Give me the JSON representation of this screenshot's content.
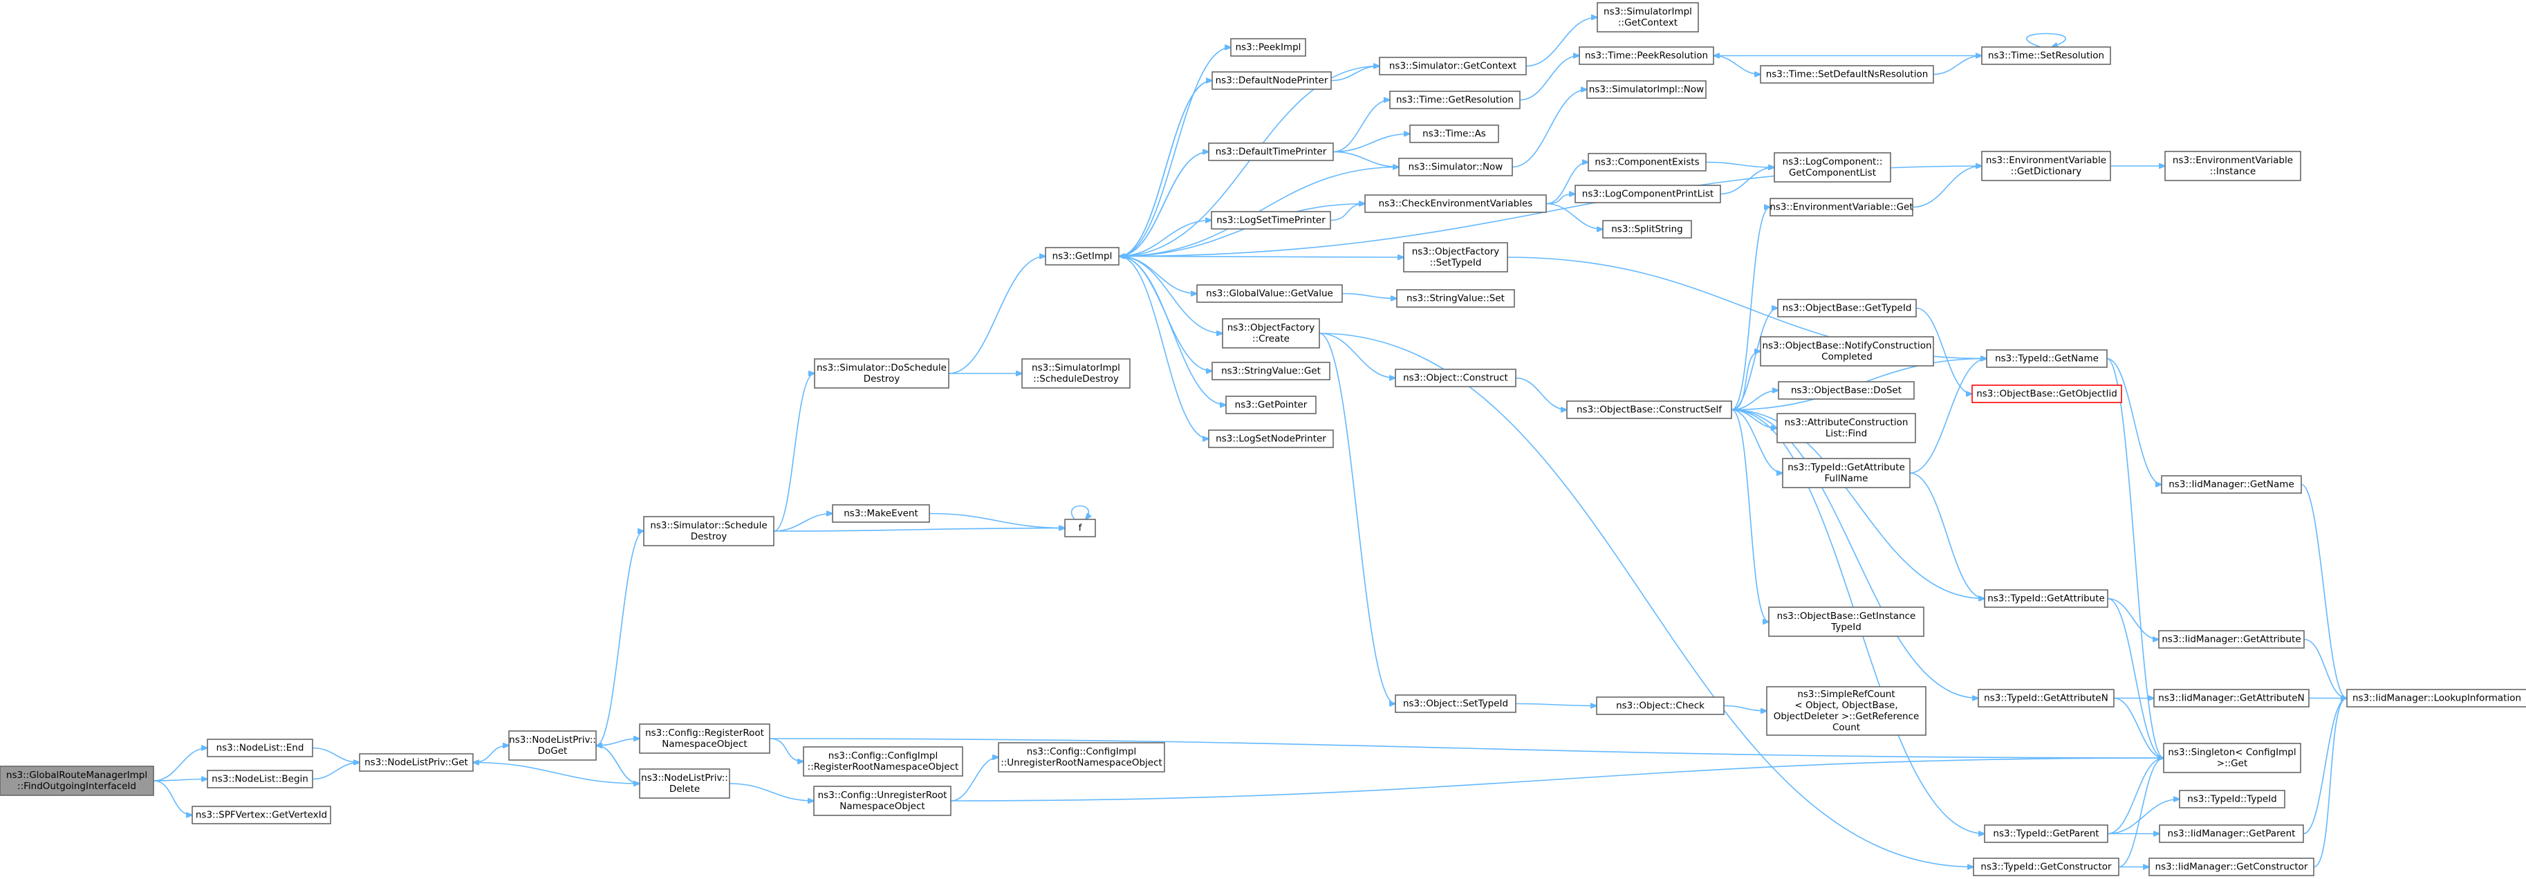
{
  "colors": {
    "edge": "#63b8ff",
    "node_border": "#666666",
    "node_fill": "#ffffff",
    "root_fill": "#999999",
    "highlight_border": "#ff0000"
  },
  "nodes": {
    "root": [
      "ns3::GlobalRouteManagerImpl",
      "::FindOutgoingInterfaceId"
    ],
    "nodelist_end": [
      "ns3::NodeList::End"
    ],
    "nodelist_begin": [
      "ns3::NodeList::Begin"
    ],
    "spf_getvertexid": [
      "ns3::SPFVertex::GetVertexId"
    ],
    "nodelistpriv_get": [
      "ns3::NodeListPriv::Get"
    ],
    "nodelistpriv_doget": [
      "ns3::NodeListPriv::",
      "DoGet"
    ],
    "config_registerroot": [
      "ns3::Config::RegisterRoot",
      "NamespaceObject"
    ],
    "nodelistpriv_delete": [
      "ns3::NodeListPriv::",
      "Delete"
    ],
    "configimpl_registerroot": [
      "ns3::Config::ConfigImpl",
      "::RegisterRootNamespaceObject"
    ],
    "config_unregisterroot": [
      "ns3::Config::UnregisterRoot",
      "NamespaceObject"
    ],
    "configimpl_unregisterroot": [
      "ns3::Config::ConfigImpl",
      "::UnregisterRootNamespaceObject"
    ],
    "simulator_scheduledestroy": [
      "ns3::Simulator::Schedule",
      "Destroy"
    ],
    "makeevent": [
      "ns3::MakeEvent"
    ],
    "f": [
      "f"
    ],
    "simulator_doscheduledestroy": [
      "ns3::Simulator::DoSchedule",
      "Destroy"
    ],
    "simulatorimpl_scheduledestroy": [
      "ns3::SimulatorImpl",
      "::ScheduleDestroy"
    ],
    "getimpl": [
      "ns3::GetImpl"
    ],
    "peekimpl": [
      "ns3::PeekImpl"
    ],
    "defaultnodeprinter": [
      "ns3::DefaultNodePrinter"
    ],
    "defaulttimeprinter": [
      "ns3::DefaultTimePrinter"
    ],
    "logsettimeprinter": [
      "ns3::LogSetTimePrinter"
    ],
    "globalvalue_getvalue": [
      "ns3::GlobalValue::GetValue"
    ],
    "objectfactory_create": [
      "ns3::ObjectFactory",
      "::Create"
    ],
    "stringvalue_get": [
      "ns3::StringValue::Get"
    ],
    "getpointer": [
      "ns3::GetPointer"
    ],
    "logsetnodeprinter": [
      "ns3::LogSetNodePrinter"
    ],
    "simulatorimpl_getcontext": [
      "ns3::SimulatorImpl",
      "::GetContext"
    ],
    "simulator_getcontext": [
      "ns3::Simulator::GetContext"
    ],
    "time_getresolution": [
      "ns3::Time::GetResolution"
    ],
    "time_as": [
      "ns3::Time::As"
    ],
    "simulator_now": [
      "ns3::Simulator::Now"
    ],
    "checkenvvars": [
      "ns3::CheckEnvironmentVariables"
    ],
    "objectfactory_settypeid": [
      "ns3::ObjectFactory",
      "::SetTypeId"
    ],
    "stringvalue_set": [
      "ns3::StringValue::Set"
    ],
    "object_construct": [
      "ns3::Object::Construct"
    ],
    "object_settypeid": [
      "ns3::Object::SetTypeId"
    ],
    "time_peekresolution": [
      "ns3::Time::PeekResolution"
    ],
    "time_setdefaultnsresolution": [
      "ns3::Time::SetDefaultNsResolution"
    ],
    "time_setresolution": [
      "ns3::Time::SetResolution"
    ],
    "simulatorimpl_now": [
      "ns3::SimulatorImpl::Now"
    ],
    "componentexists": [
      "ns3::ComponentExists"
    ],
    "logcomponentprintlist": [
      "ns3::LogComponentPrintList"
    ],
    "splitstring": [
      "ns3::SplitString"
    ],
    "logcomponent_getcomponentlist": [
      "ns3::LogComponent::",
      "GetComponentList"
    ],
    "envvar_getdictionary": [
      "ns3::EnvironmentVariable",
      "::GetDictionary"
    ],
    "envvar_instance": [
      "ns3::EnvironmentVariable",
      "::Instance"
    ],
    "envvar_get": [
      "ns3::EnvironmentVariable::Get"
    ],
    "objectbase_constructself": [
      "ns3::ObjectBase::ConstructSelf"
    ],
    "objectbase_gettypeid": [
      "ns3::ObjectBase::GetTypeId"
    ],
    "objectbase_notifyconstruction": [
      "ns3::ObjectBase::NotifyConstruction",
      "Completed"
    ],
    "objectbase_doset": [
      "ns3::ObjectBase::DoSet"
    ],
    "attributeconstructionlist_find": [
      "ns3::AttributeConstruction",
      "List::Find"
    ],
    "typeid_getattributefullname": [
      "ns3::TypeId::GetAttribute",
      "FullName"
    ],
    "objectbase_getinstancetypeid": [
      "ns3::ObjectBase::GetInstance",
      "TypeId"
    ],
    "object_check": [
      "ns3::Object::Check"
    ],
    "simplerefcount_getreferencecount": [
      "ns3::SimpleRefCount",
      "< Object, ObjectBase,",
      "ObjectDeleter >::GetReference",
      "Count"
    ],
    "typeid_getname": [
      "ns3::TypeId::GetName"
    ],
    "objectbase_getobjectiid": [
      "ns3::ObjectBase::GetObjectIid"
    ],
    "iidmanager_getname": [
      "ns3::IidManager::GetName"
    ],
    "typeid_getattribute": [
      "ns3::TypeId::GetAttribute"
    ],
    "iidmanager_getattribute": [
      "ns3::IidManager::GetAttribute"
    ],
    "typeid_getattributen": [
      "ns3::TypeId::GetAttributeN"
    ],
    "iidmanager_getattributen": [
      "ns3::IidManager::GetAttributeN"
    ],
    "iidmanager_lookupinformation": [
      "ns3::IidManager::LookupInformation"
    ],
    "singleton_get": [
      "ns3::Singleton< ConfigImpl",
      " >::Get"
    ],
    "typeid_typeid": [
      "ns3::TypeId::TypeId"
    ],
    "typeid_getparent": [
      "ns3::TypeId::GetParent"
    ],
    "iidmanager_getparent": [
      "ns3::IidManager::GetParent"
    ],
    "typeid_getconstructor": [
      "ns3::TypeId::GetConstructor"
    ],
    "iidmanager_getconstructor": [
      "ns3::IidManager::GetConstructor"
    ]
  }
}
